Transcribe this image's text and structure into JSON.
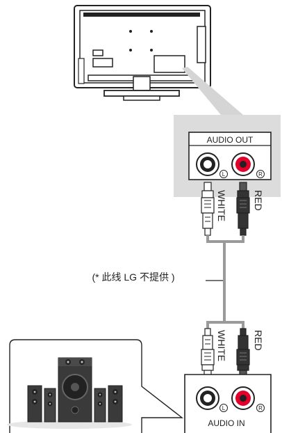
{
  "labels": {
    "audio_out": "AUDIO OUT",
    "audio_in": "AUDIO IN",
    "left": "L",
    "right": "R",
    "white_top": "WHITE",
    "red_top": "RED",
    "white_bottom": "WHITE",
    "red_bottom": "RED",
    "cable_note": "(* 此线 LG 不提供 )"
  },
  "colors": {
    "panel_gray": "#dcdcdc",
    "jack_red": "#e3002b",
    "jack_white": "#ffffff",
    "line": "#222222"
  }
}
